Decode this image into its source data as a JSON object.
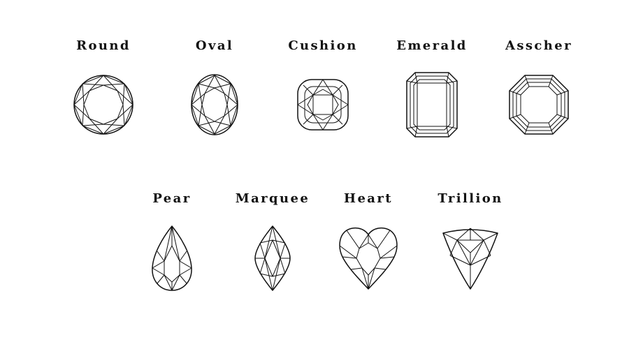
{
  "shapes": {
    "round": "Round",
    "oval": "Oval",
    "cushion": "Cushion",
    "emerald": "Emerald",
    "asscher": "Asscher",
    "pear": "Pear",
    "marquee": "Marquee",
    "heart": "Heart",
    "trillion": "Trillion"
  }
}
